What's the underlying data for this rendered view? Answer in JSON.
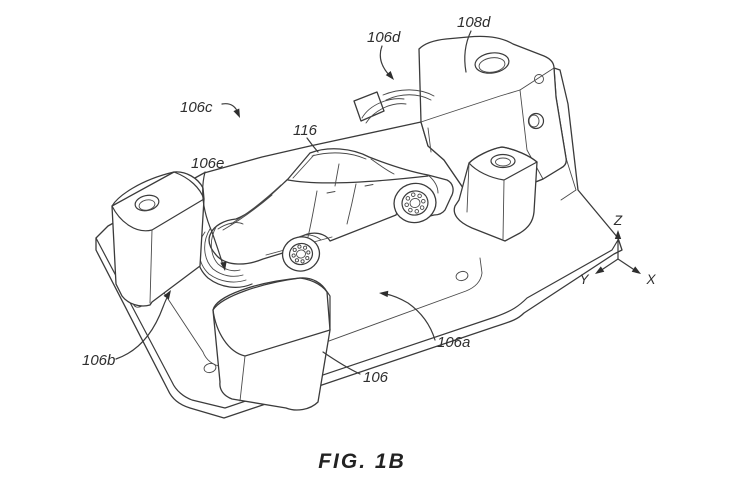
{
  "figure": {
    "caption": "FIG. 1B",
    "reference_labels": {
      "106c": "106c",
      "106d": "106d",
      "108d": "108d",
      "116": "116",
      "106e": "106e",
      "106b": "106b",
      "106a": "106a",
      "106": "106"
    },
    "axes": {
      "x": "X",
      "y": "Y",
      "z": "Z"
    },
    "colors": {
      "line": "#3b3b3b",
      "background": "#ffffff"
    }
  }
}
